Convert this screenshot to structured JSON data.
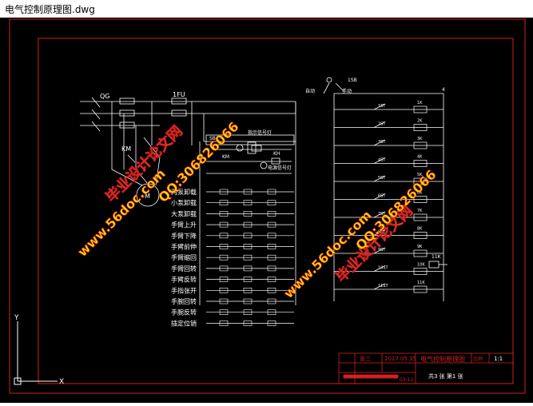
{
  "window": {
    "title": "电气控制原理图.dwg"
  },
  "colors": {
    "background": "#000000",
    "frame": "#d42020",
    "lines": "#ffffff",
    "accent": "#ffd400",
    "watermark": "#d42020"
  },
  "drawing": {
    "power_labels": {
      "qs": "QG",
      "fu": "1FU",
      "km": "KM",
      "m": "M"
    },
    "upper_labels": {
      "sb": "SB1",
      "k1": "KM",
      "km2": "KH",
      "sb2": "SB",
      "ind1": "指示信号灯",
      "ind2": "电源信号灯"
    },
    "function_labels": [
      "两泵卸载",
      "小泵卸载",
      "大泵卸载",
      "手臂上升",
      "手臂下降",
      "手臂前伸",
      "手臂缩回",
      "手臂回转",
      "手臂反转",
      "手指张开",
      "手腕回转",
      "手腕反转",
      "插定位销"
    ],
    "right_labels": {
      "auto": "自动",
      "manual": "手动",
      "top_sb": "1SB",
      "top_num": "4"
    },
    "right_rows": [
      {
        "st": "1ST",
        "k": "1K"
      },
      {
        "st": "2ST",
        "k": "2K"
      },
      {
        "st": "3ST",
        "k": "3K"
      },
      {
        "st": "4ST",
        "k": "4K"
      },
      {
        "st": "5ST",
        "k": "5K"
      },
      {
        "st": "6ST",
        "k": "6K"
      },
      {
        "st": "7ST",
        "k": "7K"
      },
      {
        "st": "8ST",
        "k": "8K"
      },
      {
        "st": "9ST",
        "k": "9K"
      },
      {
        "st": "10ST",
        "k": "10K"
      },
      {
        "st": "11ST",
        "k": "11K"
      }
    ],
    "bottom_right": {
      "extra_k": "11K"
    }
  },
  "title_block": {
    "designer": "张三",
    "date": "2017.05.35",
    "drawing_title": "电气控制原理图",
    "scale_label": "比例",
    "scale": "1:1",
    "sheet": "共3 张 第1 张",
    "code": "03-11"
  },
  "watermarks": [
    {
      "text": "毕业设计论文网"
    },
    {
      "text": "www.56doc.com"
    },
    {
      "text": "QQ:306826066"
    },
    {
      "text": "毕业设计论文网"
    },
    {
      "text": "www.56doc.com"
    },
    {
      "text": "QQ:306826066"
    }
  ]
}
